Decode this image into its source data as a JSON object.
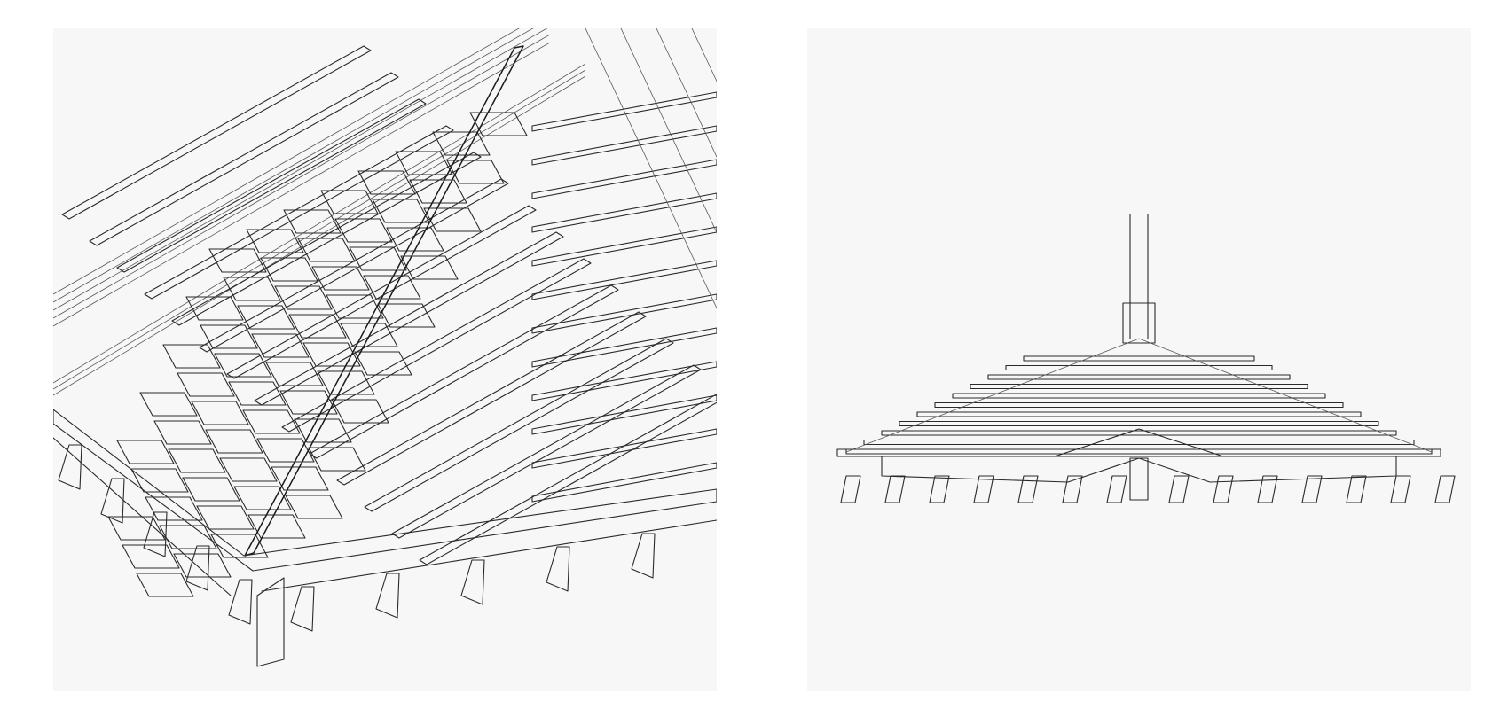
{
  "canvas": {
    "background": "#ffffff",
    "panel_background": "#f7f7f7",
    "line_color": "#2a2a2a"
  },
  "panels": [
    {
      "id": "left",
      "view": "perspective-detail",
      "content": "roof-hip-rafters-and-tiles"
    },
    {
      "id": "right",
      "view": "elevation",
      "content": "roof-hip-corner-section"
    }
  ],
  "drawing": {
    "left": {
      "rafters": 14,
      "tile_rows": 9,
      "tiles_per_row": 8,
      "brackets": 10
    },
    "right": {
      "battens": 11,
      "brackets": 14
    }
  }
}
